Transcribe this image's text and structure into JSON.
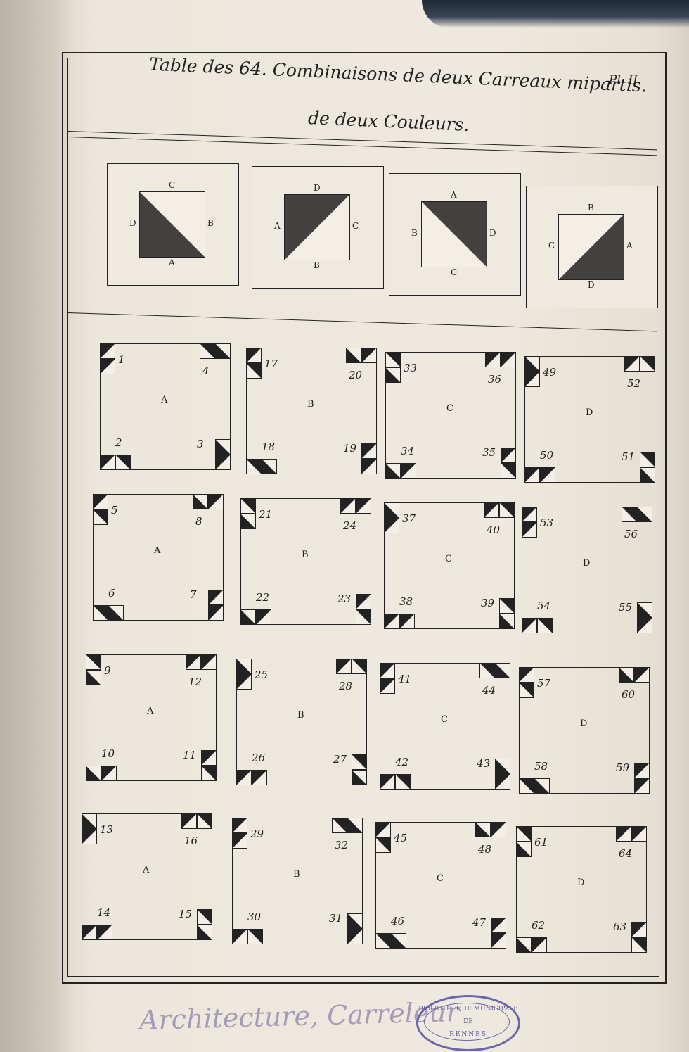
{
  "plate": {
    "title_line1": "Table des 64. Combinaisons de deux Carreaux mipartis.",
    "title_line2": "de deux Couleurs.",
    "plate_number": "Pl. II."
  },
  "key_tiles": [
    {
      "letter_top": "C",
      "letter_right": "B",
      "letter_bottom": "A",
      "letter_left": "D",
      "dark": "lower-left"
    },
    {
      "letter_top": "D",
      "letter_right": "C",
      "letter_bottom": "B",
      "letter_left": "A",
      "dark": "upper-left"
    },
    {
      "letter_top": "A",
      "letter_right": "D",
      "letter_bottom": "C",
      "letter_left": "B",
      "dark": "upper-right"
    },
    {
      "letter_top": "B",
      "letter_right": "A",
      "letter_bottom": "D",
      "letter_left": "C",
      "dark": "lower-right"
    }
  ],
  "panels": [
    {
      "letter": "A",
      "numbers": [
        "1",
        "4",
        "2",
        "3"
      ]
    },
    {
      "letter": "B",
      "numbers": [
        "17",
        "20",
        "18",
        "19"
      ]
    },
    {
      "letter": "C",
      "numbers": [
        "33",
        "36",
        "34",
        "35"
      ]
    },
    {
      "letter": "D",
      "numbers": [
        "49",
        "52",
        "50",
        "51"
      ]
    },
    {
      "letter": "A",
      "numbers": [
        "5",
        "8",
        "6",
        "7"
      ]
    },
    {
      "letter": "B",
      "numbers": [
        "21",
        "24",
        "22",
        "23"
      ]
    },
    {
      "letter": "C",
      "numbers": [
        "37",
        "40",
        "38",
        "39"
      ]
    },
    {
      "letter": "D",
      "numbers": [
        "53",
        "56",
        "54",
        "55"
      ]
    },
    {
      "letter": "A",
      "numbers": [
        "9",
        "12",
        "10",
        "11"
      ]
    },
    {
      "letter": "B",
      "numbers": [
        "25",
        "28",
        "26",
        "27"
      ]
    },
    {
      "letter": "C",
      "numbers": [
        "41",
        "44",
        "42",
        "43"
      ]
    },
    {
      "letter": "D",
      "numbers": [
        "57",
        "60",
        "58",
        "59"
      ]
    },
    {
      "letter": "A",
      "numbers": [
        "13",
        "16",
        "14",
        "15"
      ]
    },
    {
      "letter": "B",
      "numbers": [
        "29",
        "32",
        "30",
        "31"
      ]
    },
    {
      "letter": "C",
      "numbers": [
        "45",
        "48",
        "46",
        "47"
      ]
    },
    {
      "letter": "D",
      "numbers": [
        "61",
        "64",
        "62",
        "63"
      ]
    }
  ],
  "footer": {
    "caption": "Architecture, Carreleur",
    "stamp_line1": "BIBLIOTHEQUE MUNICIPALE",
    "stamp_line2": "DE",
    "stamp_line3": "RENNES"
  },
  "colors": {
    "ink": "#222222",
    "paper": "#ece7dc",
    "stamp": "#6a66a8",
    "caption": "#a59cb7"
  }
}
